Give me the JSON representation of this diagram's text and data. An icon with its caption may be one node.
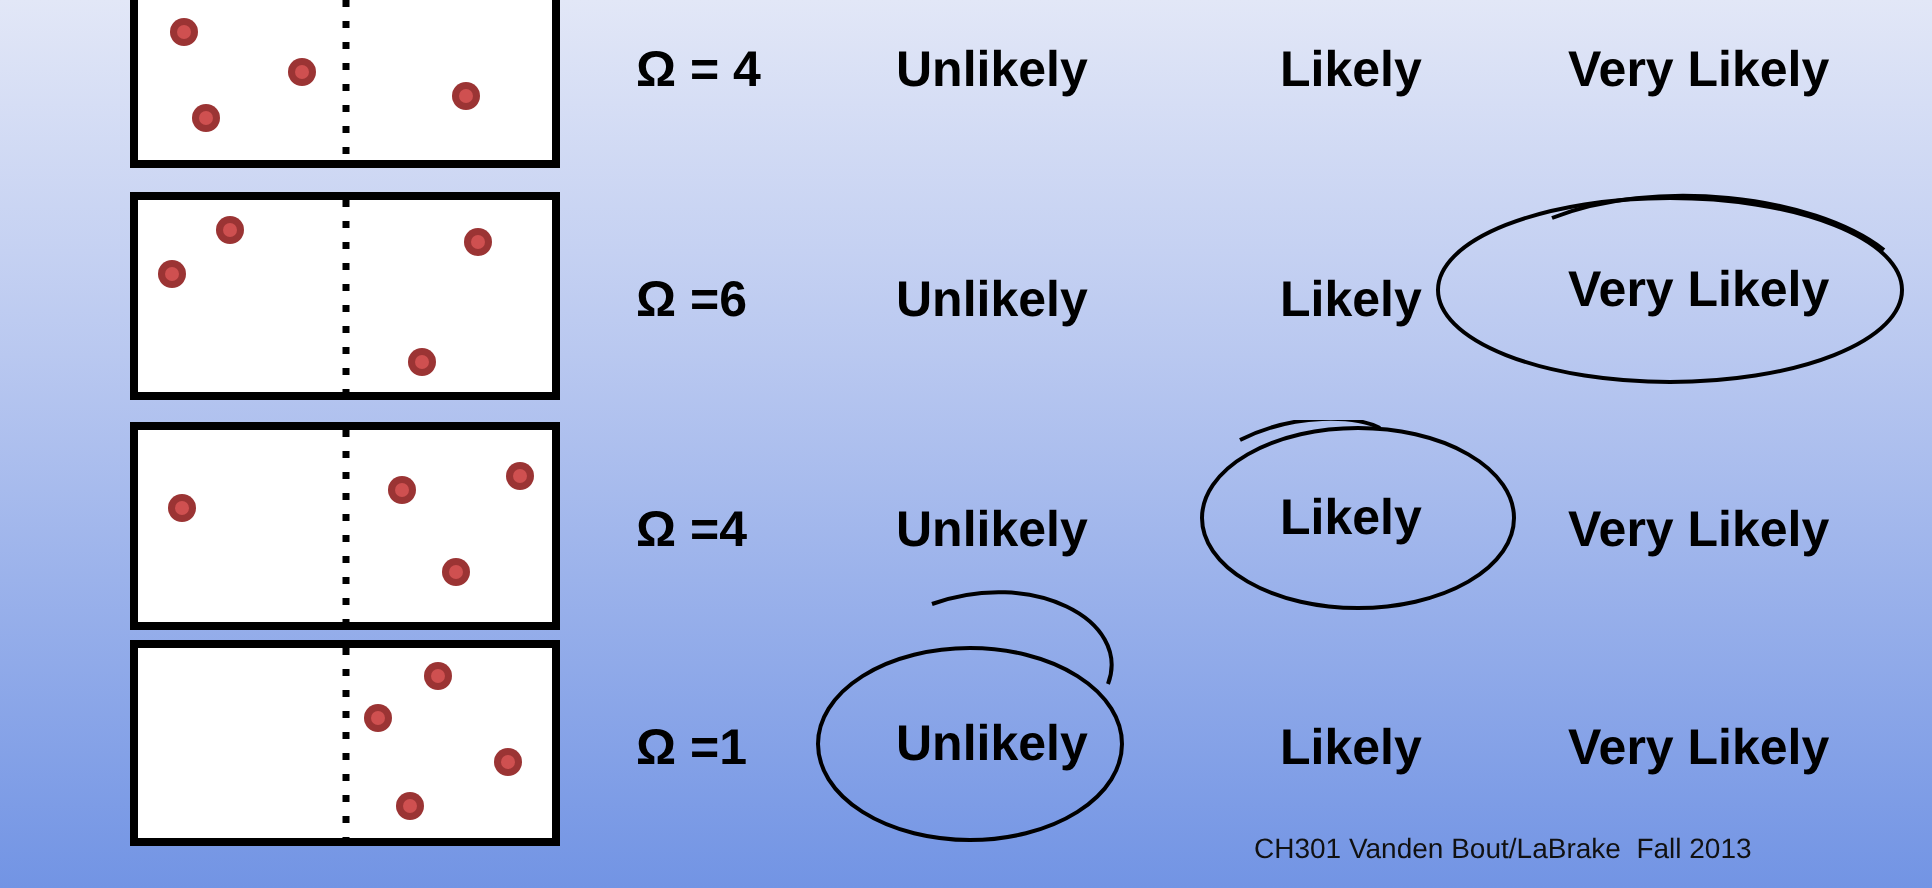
{
  "diagram": {
    "nodes": [
      {
        "text": [],
        "shape": "box"
      },
      {
        "text": [],
        "shape": "box"
      },
      {
        "text": [
          "Very Likely"
        ]
      },
      {
        "text": [],
        "shape": "box"
      },
      {
        "text": [
          "Likely"
        ]
      },
      {
        "text": [],
        "shape": "box"
      },
      {
        "text": [
          "Unlikely"
        ]
      }
    ],
    "labels": [
      "Ω = 4",
      "Unlikely",
      "Likely",
      "Very Likely",
      "Ω =6",
      "Unlikely",
      "Likely",
      "Ω =4",
      "Unlikely",
      "Very Likely",
      "Ω =1",
      "Likely",
      "Very Likely",
      "CH301 Vanden Bout/LaBrake  Fall 2013"
    ]
  }
}
